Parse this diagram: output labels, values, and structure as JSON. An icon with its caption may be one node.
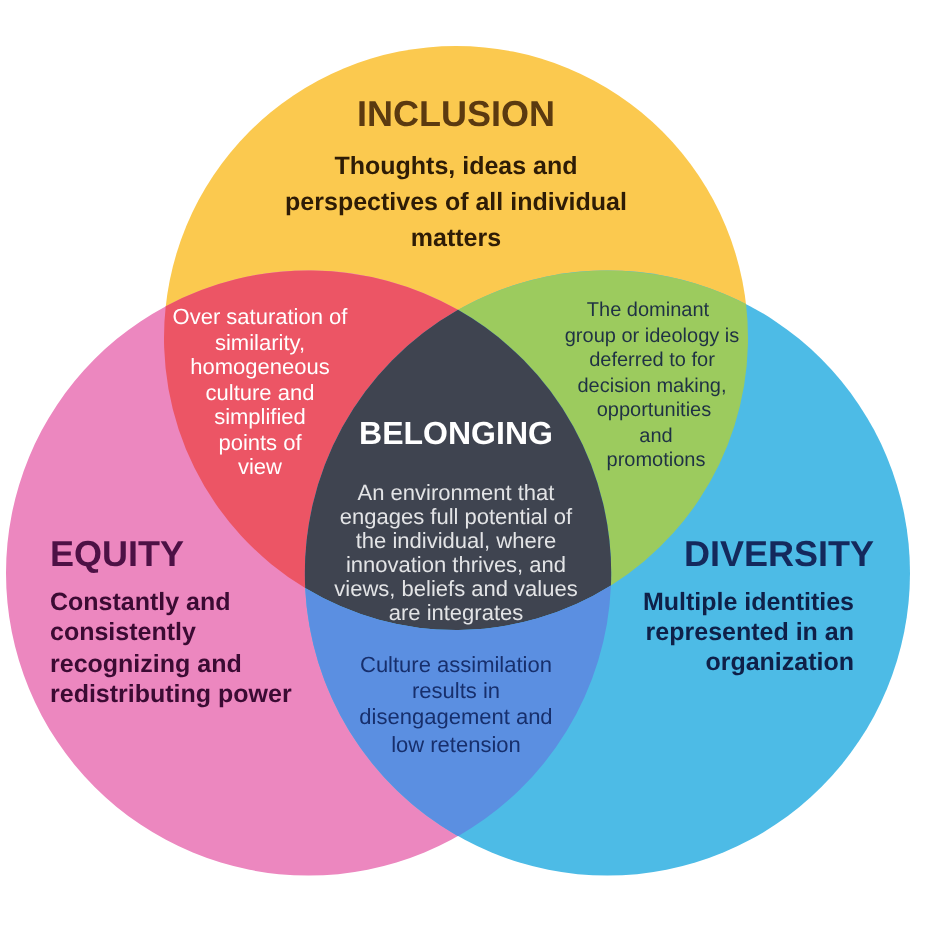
{
  "diagram": {
    "nodes": [
      {
        "text": [
          "INCLUSION",
          "Thoughts, ideas and perspectives of all individual matters"
        ]
      },
      {
        "text": [
          "Over saturation of similarity, homogeneous culture and simplified points of view"
        ]
      },
      {
        "text": [
          "The dominant group or ideology is deferred to for decision making, opportunities and promotions"
        ]
      },
      {
        "text": [
          "BELONGING",
          "An environment that engages full potential of the individual, where innovation thrives, and views, beliefs and values are integrates"
        ]
      },
      {
        "text": [
          "EQUITY",
          "Constantly and consistently recognizing and redistributing power"
        ]
      },
      {
        "text": [
          "DIVERSITY",
          "Multiple identities represented in an organization"
        ]
      },
      {
        "text": [
          "Culture assimilation results in disengagement and low retension"
        ]
      }
    ]
  }
}
